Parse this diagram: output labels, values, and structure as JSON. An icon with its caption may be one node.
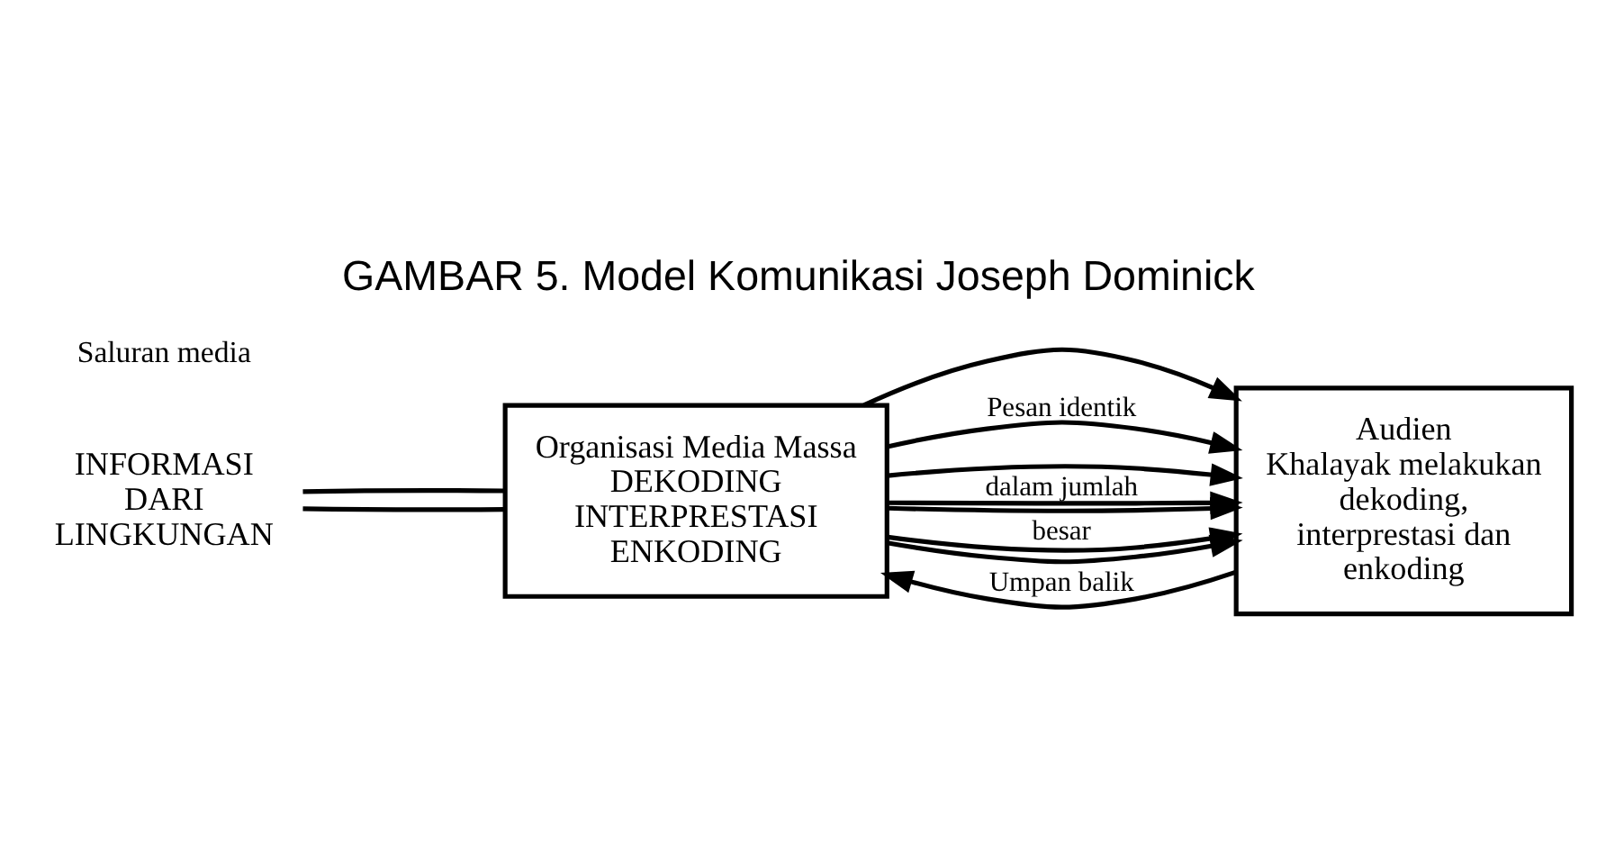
{
  "diagram": {
    "title": "GAMBAR 5. Model Komunikasi Joseph Dominick",
    "nodes": [
      {
        "text": [
          "INFORMASI DARI LINGKUNGAN"
        ]
      },
      {
        "text": [
          "Organisasi Media Massa",
          "DEKODING",
          "INTERPRESTASI",
          "ENKODING"
        ]
      },
      {
        "text": [
          "Audien",
          "Khalayak melakukan dekoding, interprestasi dan enkoding"
        ]
      }
    ],
    "edges": [
      {
        "from": 0,
        "to": 1,
        "arrow": "none"
      },
      {
        "from": 0,
        "to": 1,
        "arrow": "none"
      },
      {
        "from": 1,
        "to": 2,
        "arrow": "to"
      },
      {
        "from": 1,
        "to": 2,
        "arrow": "to",
        "label": "Pesan identik"
      },
      {
        "from": 1,
        "to": 2,
        "arrow": "to"
      },
      {
        "from": 1,
        "to": 2,
        "arrow": "to",
        "label": "dalam jumlah"
      },
      {
        "from": 1,
        "to": 2,
        "arrow": "to"
      },
      {
        "from": 1,
        "to": 2,
        "arrow": "to",
        "label": "besar"
      },
      {
        "from": 1,
        "to": 2,
        "arrow": "to"
      },
      {
        "from": 2,
        "to": 1,
        "arrow": "to",
        "label": "Umpan balik"
      }
    ],
    "labels": [
      "Saluran media"
    ]
  }
}
